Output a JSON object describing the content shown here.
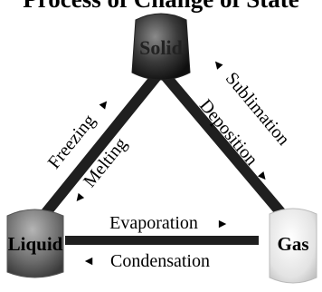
{
  "diagram": {
    "title": "Process of Change of State",
    "states": {
      "solid": "Solid",
      "liquid": "Liquid",
      "gas": "Gas"
    },
    "processes": {
      "freezing": "Freezing",
      "melting": "Melting",
      "deposition": "Deposition",
      "sublimation": "Sublimation",
      "evaporation": "Evaporation",
      "condensation": "Condensation"
    },
    "colors": {
      "connector": "#1f1f1f",
      "solid_state": "#3a3a3a",
      "liquid_state": "#6f6f6f",
      "gas_state": "#e3e3e3",
      "text": "#000000"
    }
  }
}
